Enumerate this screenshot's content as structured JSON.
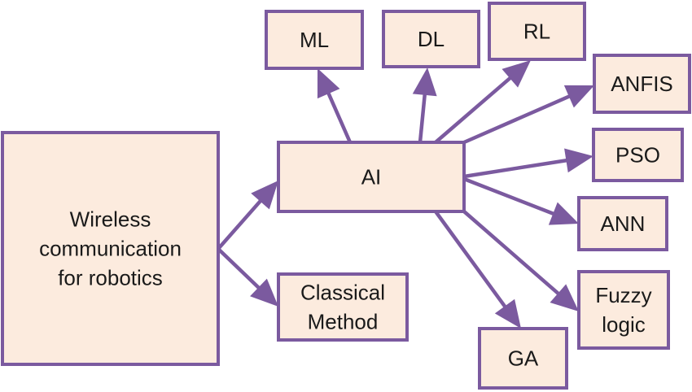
{
  "diagram": {
    "type": "tree",
    "colors": {
      "box_fill": "#fcebde",
      "box_border": "#7b5a9f",
      "arrow": "#7b5a9f",
      "text": "#1a1a1a"
    },
    "nodes": [
      {
        "id": "wireless",
        "lines": [
          "Wireless",
          "communication",
          "for robotics"
        ]
      },
      {
        "id": "ai",
        "lines": [
          "AI"
        ]
      },
      {
        "id": "classical",
        "lines": [
          "Classical",
          "Method"
        ]
      },
      {
        "id": "ml",
        "lines": [
          "ML"
        ]
      },
      {
        "id": "dl",
        "lines": [
          "DL"
        ]
      },
      {
        "id": "rl",
        "lines": [
          "RL"
        ]
      },
      {
        "id": "anfis",
        "lines": [
          "ANFIS"
        ]
      },
      {
        "id": "pso",
        "lines": [
          "PSO"
        ]
      },
      {
        "id": "ann",
        "lines": [
          "ANN"
        ]
      },
      {
        "id": "fuzzy",
        "lines": [
          "Fuzzy",
          "logic"
        ]
      },
      {
        "id": "ga",
        "lines": [
          "GA"
        ]
      }
    ],
    "edges": [
      {
        "from": "wireless",
        "to": "ai"
      },
      {
        "from": "wireless",
        "to": "classical"
      },
      {
        "from": "ai",
        "to": "ml"
      },
      {
        "from": "ai",
        "to": "dl"
      },
      {
        "from": "ai",
        "to": "rl"
      },
      {
        "from": "ai",
        "to": "anfis"
      },
      {
        "from": "ai",
        "to": "pso"
      },
      {
        "from": "ai",
        "to": "ann"
      },
      {
        "from": "ai",
        "to": "fuzzy"
      },
      {
        "from": "ai",
        "to": "ga"
      }
    ]
  }
}
